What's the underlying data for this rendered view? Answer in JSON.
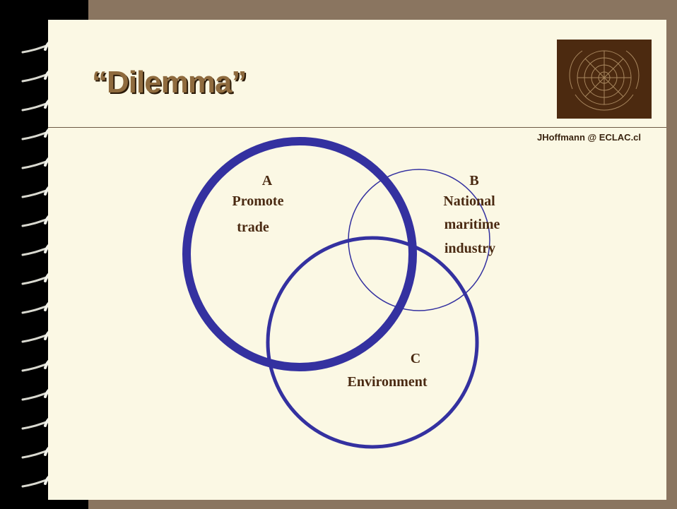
{
  "slide": {
    "title": "“Dilemma”",
    "credit": "JHoffmann @ ECLAC.cl"
  },
  "colors": {
    "background": "#8a7560",
    "slide": "#fbf8e4",
    "circle_stroke": "#3431a0",
    "label": "#4a2a12",
    "title": "#8f6b3e"
  },
  "icons": {
    "binding": "spiral-ring-icon",
    "logo": "un-emblem-icon"
  },
  "diagram": {
    "circles": [
      {
        "letter": "A",
        "lines": [
          "Promote",
          "trade"
        ]
      },
      {
        "letter": "B",
        "lines": [
          "National",
          "maritime",
          "industry"
        ]
      },
      {
        "letter": "C",
        "lines": [
          "Environment"
        ]
      }
    ]
  }
}
